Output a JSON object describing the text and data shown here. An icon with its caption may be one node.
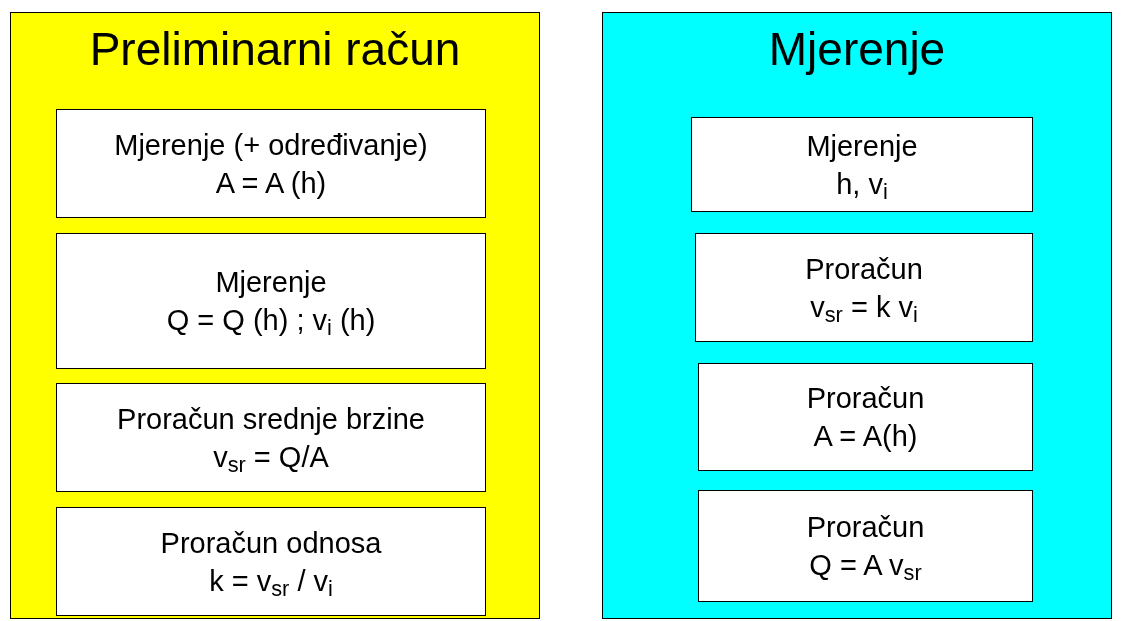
{
  "diagram": {
    "nodes": [
      {
        "text": [
          "Preliminarni račun"
        ]
      },
      {
        "text": [
          "Mjerenje (+ određivanje)",
          "A = A (h)"
        ],
        "in": 0
      },
      {
        "text": [
          "Mjerenje",
          "Q = Q (h) ; v$_{i}$ (h)"
        ],
        "in": 0
      },
      {
        "text": [
          "Proračun srednje brzine",
          "v$_{sr}$ = Q/A"
        ],
        "in": 0
      },
      {
        "text": [
          "Proračun odnosa",
          "k = v$_{sr}$ / v$_{i}$"
        ],
        "in": 0
      },
      {
        "text": [
          "Mjerenje"
        ]
      },
      {
        "text": [
          "Mjerenje",
          "h, v$_{i}$"
        ],
        "in": 5
      },
      {
        "text": [
          "Proračun",
          "v$_{sr}$ = k v$_{i}$"
        ],
        "in": 5
      },
      {
        "text": [
          "Proračun",
          "A = A(h)"
        ],
        "in": 5
      },
      {
        "text": [
          "Proračun",
          "Q = A v$_{sr}$"
        ],
        "in": 5
      }
    ]
  }
}
